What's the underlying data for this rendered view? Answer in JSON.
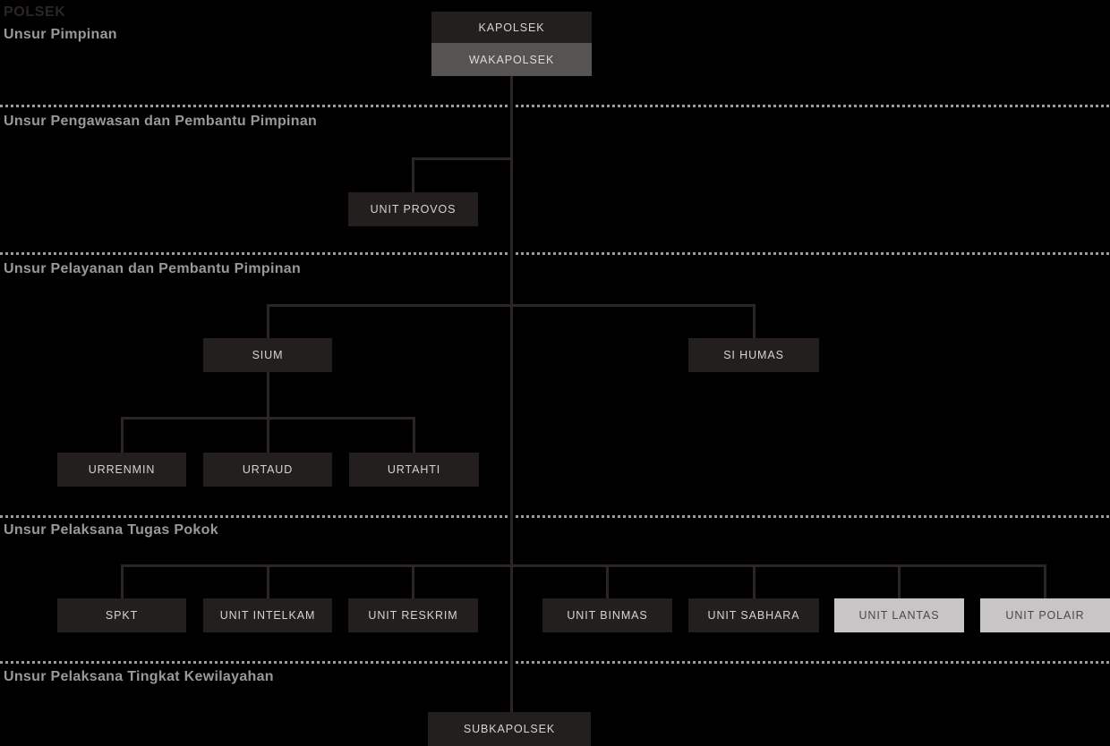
{
  "diagram": {
    "title": "POLSEK",
    "type": "org-chart",
    "sections": [
      {
        "label": "Unsur Pimpinan",
        "nodes": [
          "KAPOLSEK",
          "WAKAPOLSEK"
        ]
      },
      {
        "label": "Unsur Pengawasan dan Pembantu Pimpinan",
        "nodes": [
          "UNIT PROVOS"
        ]
      },
      {
        "label": "Unsur Pelayanan dan Pembantu Pimpinan",
        "nodes": [
          "SIUM",
          "SI HUMAS",
          "URRENMIN",
          "URTAUD",
          "URTAHTI"
        ]
      },
      {
        "label": "Unsur Pelaksana Tugas Pokok",
        "nodes": [
          "SPKT",
          "UNIT INTELKAM",
          "UNIT RESKRIM",
          "UNIT BINMAS",
          "UNIT SABHARA",
          "UNIT LANTAS",
          "UNIT POLAIR"
        ]
      },
      {
        "label": "Unsur Pelaksana Tingkat Kewilayahan",
        "nodes": [
          "SUBKAPOLSEK"
        ]
      }
    ],
    "nodes": {
      "kapolsek": "KAPOLSEK",
      "wakapolsek": "WAKAPOLSEK",
      "unit_provos": "UNIT PROVOS",
      "sium": "SIUM",
      "si_humas": "SI HUMAS",
      "urrenmin": "URRENMIN",
      "urtaud": "URTAUD",
      "urtahti": "URTAHTI",
      "spkt": "SPKT",
      "unit_intelkam": "UNIT INTELKAM",
      "unit_reskrim": "UNIT RESKRIM",
      "unit_binmas": "UNIT BINMAS",
      "unit_sabhara": "UNIT SABHARA",
      "unit_lantas": "UNIT LANTAS",
      "unit_polair": "UNIT POLAIR",
      "subkapolsek": "SUBKAPOLSEK"
    },
    "hierarchy": {
      "KAPOLSEK": [
        "WAKAPOLSEK"
      ],
      "WAKAPOLSEK": [
        "UNIT PROVOS",
        "SIUM",
        "SI HUMAS",
        "SPKT",
        "UNIT INTELKAM",
        "UNIT RESKRIM",
        "UNIT BINMAS",
        "UNIT SABHARA",
        "UNIT LANTAS",
        "UNIT POLAIR",
        "SUBKAPOLSEK"
      ],
      "SIUM": [
        "URRENMIN",
        "URTAUD",
        "URTAHTI"
      ]
    },
    "highlighted_nodes": [
      "UNIT LANTAS",
      "UNIT POLAIR"
    ],
    "colors": {
      "background": "#000000",
      "node_dark": "#241f1f",
      "node_gray": "#585353",
      "node_light": "#c7c5c5",
      "node_text_light": "#d6d3d2",
      "node_text_dark": "#4b4846",
      "node_text_on_gray": "#dcdada",
      "connector": "#2b2524",
      "separator": "#9c9c9c",
      "section_title": "#9b9899",
      "page_title": "#2b2526"
    }
  }
}
